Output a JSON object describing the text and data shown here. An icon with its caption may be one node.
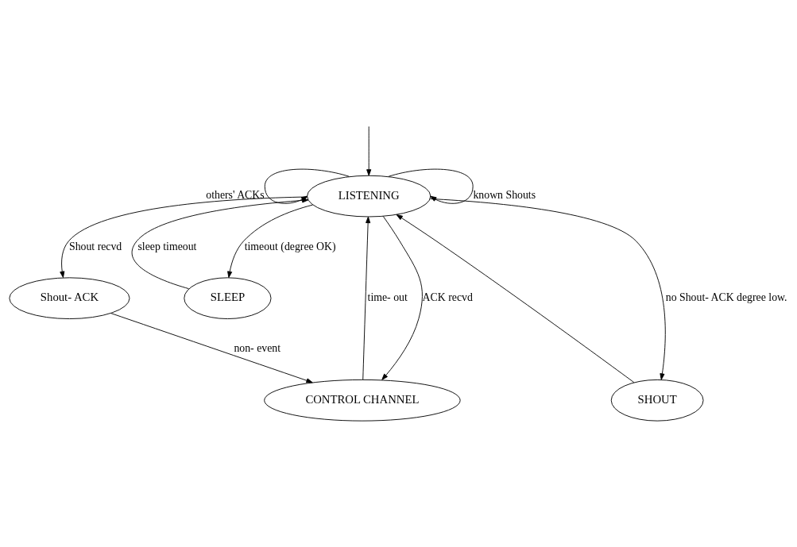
{
  "diagram": {
    "nodes": [
      {
        "text": [
          "LISTENING"
        ]
      },
      {
        "text": [
          "Shout- ACK"
        ]
      },
      {
        "text": [
          "SLEEP"
        ]
      },
      {
        "text": [
          "CONTROL CHANNEL"
        ]
      },
      {
        "text": [
          "SHOUT"
        ]
      }
    ],
    "edges": [
      {
        "from": null,
        "to": 0,
        "arrow": "to"
      },
      {
        "from": 0,
        "to": 0,
        "arrow": "to",
        "label": "others' ACKs"
      },
      {
        "from": 0,
        "to": 0,
        "arrow": "to",
        "label": "known Shouts"
      },
      {
        "from": 0,
        "to": 1,
        "arrow": "to",
        "label": "Shout recvd"
      },
      {
        "from": 2,
        "to": 0,
        "arrow": "to",
        "label": "sleep timeout"
      },
      {
        "from": 0,
        "to": 2,
        "arrow": "to",
        "label": "timeout (degree OK)"
      },
      {
        "from": 1,
        "to": 3,
        "arrow": "to",
        "label": "non- event"
      },
      {
        "from": 3,
        "to": 0,
        "arrow": "to",
        "label": "time- out"
      },
      {
        "from": 0,
        "to": 3,
        "arrow": "to",
        "label": "ACK recvd"
      },
      {
        "from": 0,
        "to": 4,
        "arrow": "to",
        "label": "no Shout- ACK degree low."
      },
      {
        "from": 4,
        "to": 0,
        "arrow": "to"
      }
    ]
  }
}
